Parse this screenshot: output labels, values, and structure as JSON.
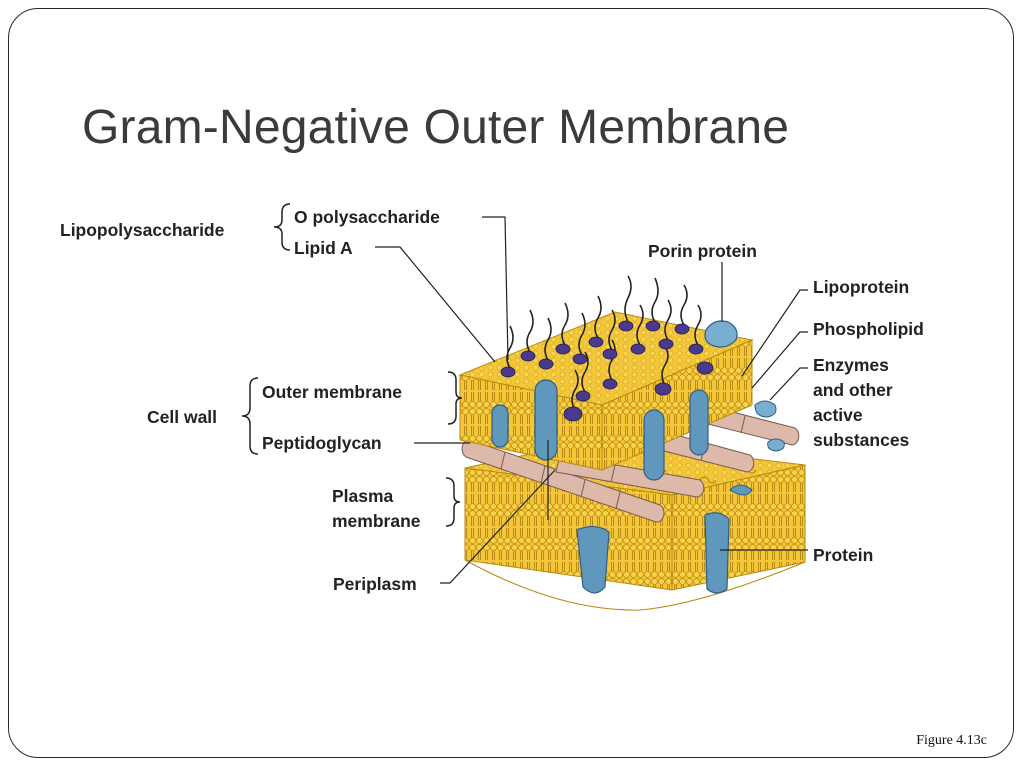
{
  "slide": {
    "title": "Gram-Negative Outer Membrane",
    "caption": "Figure 4.13c"
  },
  "labels": {
    "lipopolysaccharide": "Lipopolysaccharide",
    "o_polysaccharide": "O polysaccharide",
    "lipid_a": "Lipid A",
    "porin_protein": "Porin protein",
    "lipoprotein": "Lipoprotein",
    "phospholipid": "Phospholipid",
    "enzymes": [
      "Enzymes",
      "and other",
      "active",
      "substances"
    ],
    "cell_wall": "Cell wall",
    "outer_membrane": "Outer membrane",
    "peptidoglycan": "Peptidoglycan",
    "plasma_membrane": [
      "Plasma",
      "membrane"
    ],
    "periplasm": "Periplasm",
    "protein": "Protein"
  },
  "colors": {
    "membrane_yellow": "#f2c233",
    "membrane_dark": "#c79510",
    "protein_blue": "#5d93b8",
    "lps_purple": "#4a3a8c",
    "peptidoglycan_pink": "#d9b4a6"
  }
}
